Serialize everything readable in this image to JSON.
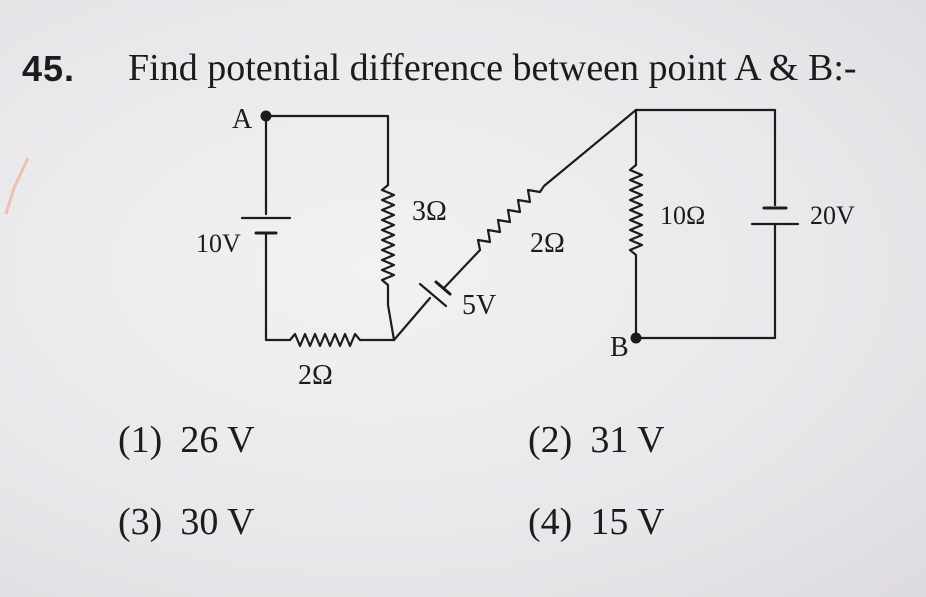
{
  "question": {
    "number": "45.",
    "text": "Find potential difference between point A & B:-"
  },
  "circuit": {
    "point_a": "A",
    "point_b": "B",
    "battery_left": "10V",
    "resistor_bottom": "2Ω",
    "resistor_middle": "3Ω",
    "battery_middle": "5V",
    "resistor_diagonal": "2Ω",
    "resistor_right": "10Ω",
    "battery_right": "20V"
  },
  "options": [
    {
      "num": "(1)",
      "value": "26 V"
    },
    {
      "num": "(2)",
      "value": "31 V"
    },
    {
      "num": "(3)",
      "value": "30 V"
    },
    {
      "num": "(4)",
      "value": "15 V"
    }
  ],
  "colors": {
    "ink": "#1c1c1f",
    "paper": "#eceaec"
  }
}
